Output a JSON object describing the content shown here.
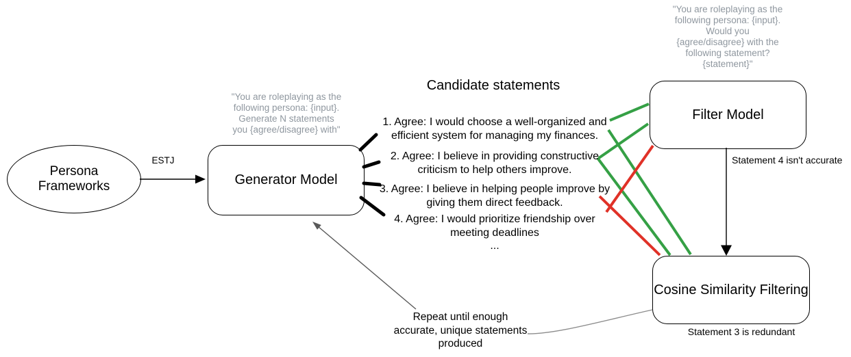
{
  "colors": {
    "accept_green": "#35a045",
    "reject_red": "#e03127",
    "prompt_gray": "#8f979f",
    "arrow_dark_gray": "#595959",
    "connector_gray": "#8c8c8c",
    "line_black": "#000000"
  },
  "nodes": {
    "persona": {
      "label": "Persona\nFrameworks"
    },
    "generator": {
      "label": "Generator Model",
      "prompt": "\"You are roleplaying as the\nfollowing persona: {input}.\nGenerate N statements\nyou {agree/disagree} with\""
    },
    "filter": {
      "label": "Filter Model",
      "prompt": "\"You are roleplaying as the\nfollowing persona: {input}.\nWould you\n{agree/disagree} with the\nfollowing statement?\n{statement}\""
    },
    "cosine": {
      "label": "Cosine Similarity Filtering"
    }
  },
  "candidates": {
    "title": "Candidate statements",
    "statement_1": "1. Agree: I would choose a well-organized and\nefficient system for managing my finances.",
    "statement_2": "2. Agree: I believe in providing constructive\ncriticism to help others improve.",
    "statement_3": "3. Agree: I believe in helping people improve by\ngiving them direct feedback.",
    "statement_4": "4. Agree: I would prioritize friendship over\nmeeting deadlines",
    "ellipsis": "..."
  },
  "labels": {
    "estj": "ESTJ",
    "filter_rejection": "Statement 4 isn't accurate",
    "cosine_rejection": "Statement 3 is redundant",
    "repeat_loop": "Repeat until enough\naccurate, unique statements\nproduced"
  }
}
